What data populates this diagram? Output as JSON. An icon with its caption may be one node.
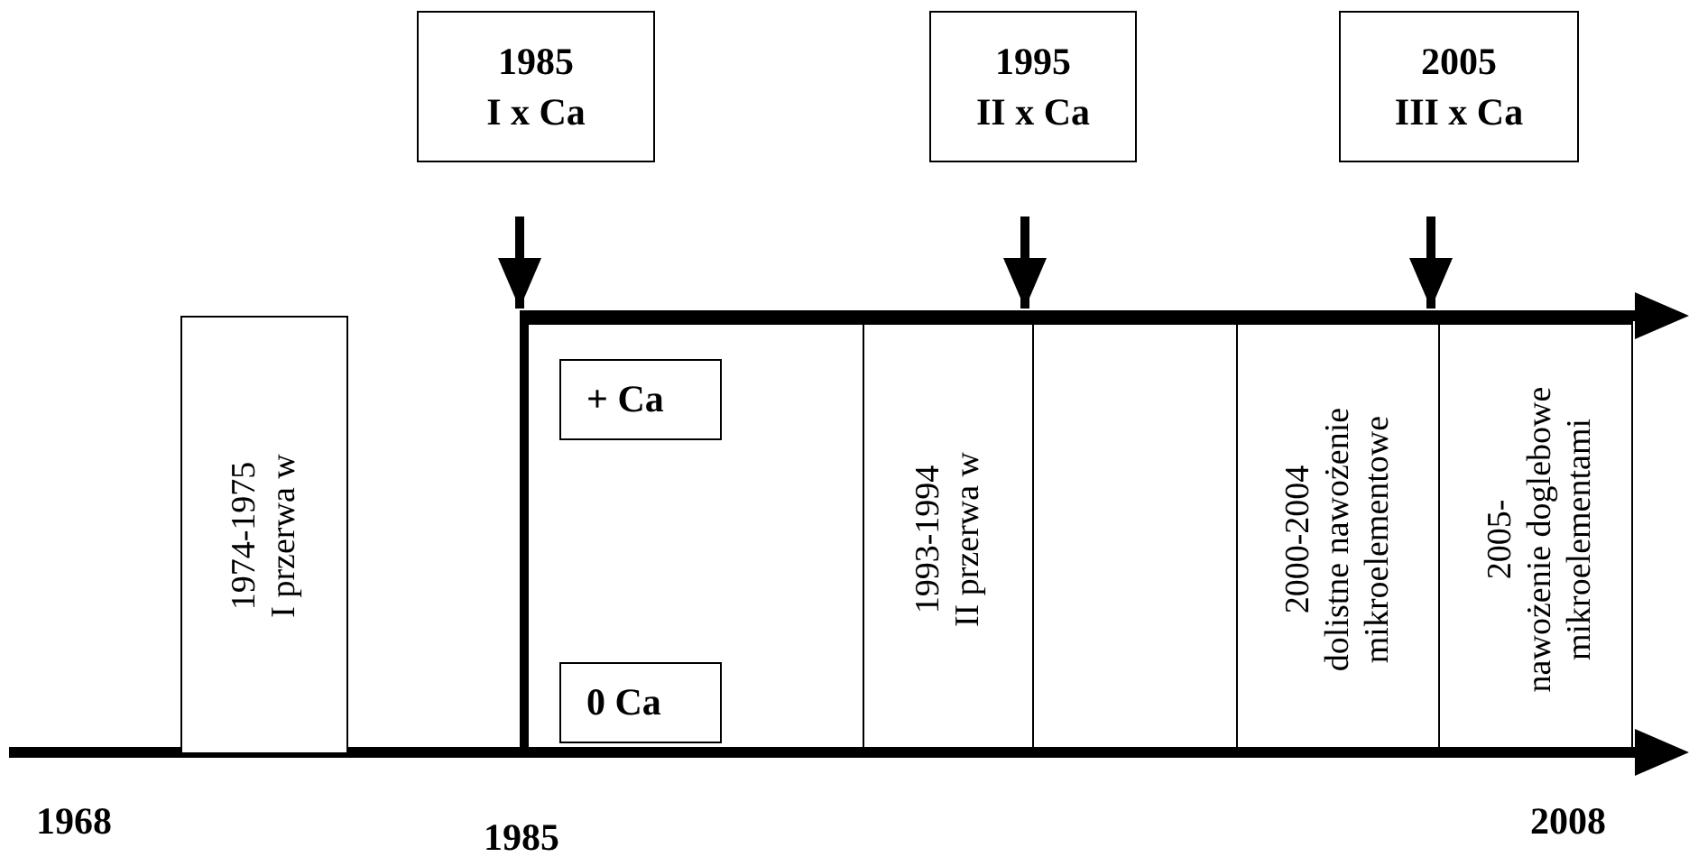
{
  "diagram": {
    "nodes": [
      {
        "text": [
          "1985",
          "I x Ca"
        ]
      },
      {
        "text": [
          "1995",
          "II x Ca"
        ]
      },
      {
        "text": [
          "2005",
          "III x Ca"
        ]
      },
      {
        "text": [
          "1974-1975",
          "I przerwa w"
        ]
      },
      {
        "text": [],
        "shape": "box"
      },
      {
        "text": [
          "+ Ca"
        ],
        "in": 4
      },
      {
        "text": [
          "0 Ca"
        ],
        "in": 4
      },
      {
        "text": [
          "1993-1994",
          "II przerwa w"
        ],
        "in": 4
      },
      {
        "text": [],
        "shape": "box",
        "in": 4
      },
      {
        "text": [
          "2000-2004",
          "dolistne nawożenie mikroelementowe"
        ],
        "in": 4
      },
      {
        "text": [
          "2005-",
          "nawożenie doglebowe mikroelementami"
        ],
        "in": 4
      }
    ],
    "edges": [
      {
        "from": null,
        "to": 4,
        "arrow": "to"
      },
      {
        "from": null,
        "to": 8,
        "arrow": "to"
      },
      {
        "from": null,
        "to": 10,
        "arrow": "to"
      }
    ],
    "labels": [
      "1968",
      "1985",
      "2008"
    ]
  }
}
